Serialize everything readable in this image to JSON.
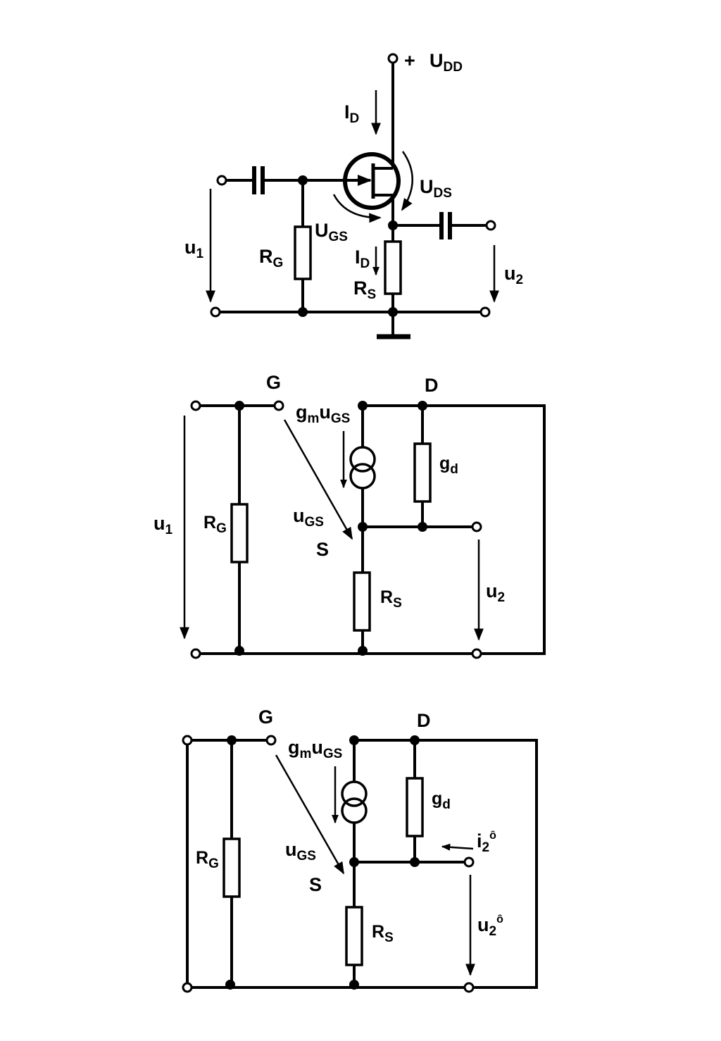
{
  "circuit1": {
    "supply_plus": "+",
    "udd_main": "U",
    "udd_sub": "DD",
    "id_top_main": "I",
    "id_top_sub": "D",
    "uds_main": "U",
    "uds_sub": "DS",
    "ugs_main": "U",
    "ugs_sub": "GS",
    "rg_main": "R",
    "rg_sub": "G",
    "id_mid_main": "I",
    "id_mid_sub": "D",
    "rs_main": "R",
    "rs_sub": "S",
    "u1_main": "u",
    "u1_sub": "1",
    "u2_main": "u",
    "u2_sub": "2"
  },
  "circuit2": {
    "gate_label": "G",
    "drain_label": "D",
    "source_label": "S",
    "gm_main": "g",
    "gm_sub": "m",
    "gm_u": "u",
    "gm_u_sub": "GS",
    "gd_main": "g",
    "gd_sub": "d",
    "ugs_main": "u",
    "ugs_sub": "GS",
    "rg_main": "R",
    "rg_sub": "G",
    "rs_main": "R",
    "rs_sub": "S",
    "u1_main": "u",
    "u1_sub": "1",
    "u2_main": "u",
    "u2_sub": "2"
  },
  "circuit3": {
    "gate_label": "G",
    "drain_label": "D",
    "source_label": "S",
    "gm_main": "g",
    "gm_sub": "m",
    "gm_u": "u",
    "gm_u_sub": "GS",
    "gd_main": "g",
    "gd_sub": "d",
    "ugs_main": "u",
    "ugs_sub": "GS",
    "rg_main": "R",
    "rg_sub": "G",
    "rs_main": "R",
    "rs_sub": "S",
    "i2_main": "i",
    "i2_sub": "2",
    "i2_sup": "ȏ",
    "u2_main": "u",
    "u2_sub": "2",
    "u2_sup": "ȏ"
  }
}
